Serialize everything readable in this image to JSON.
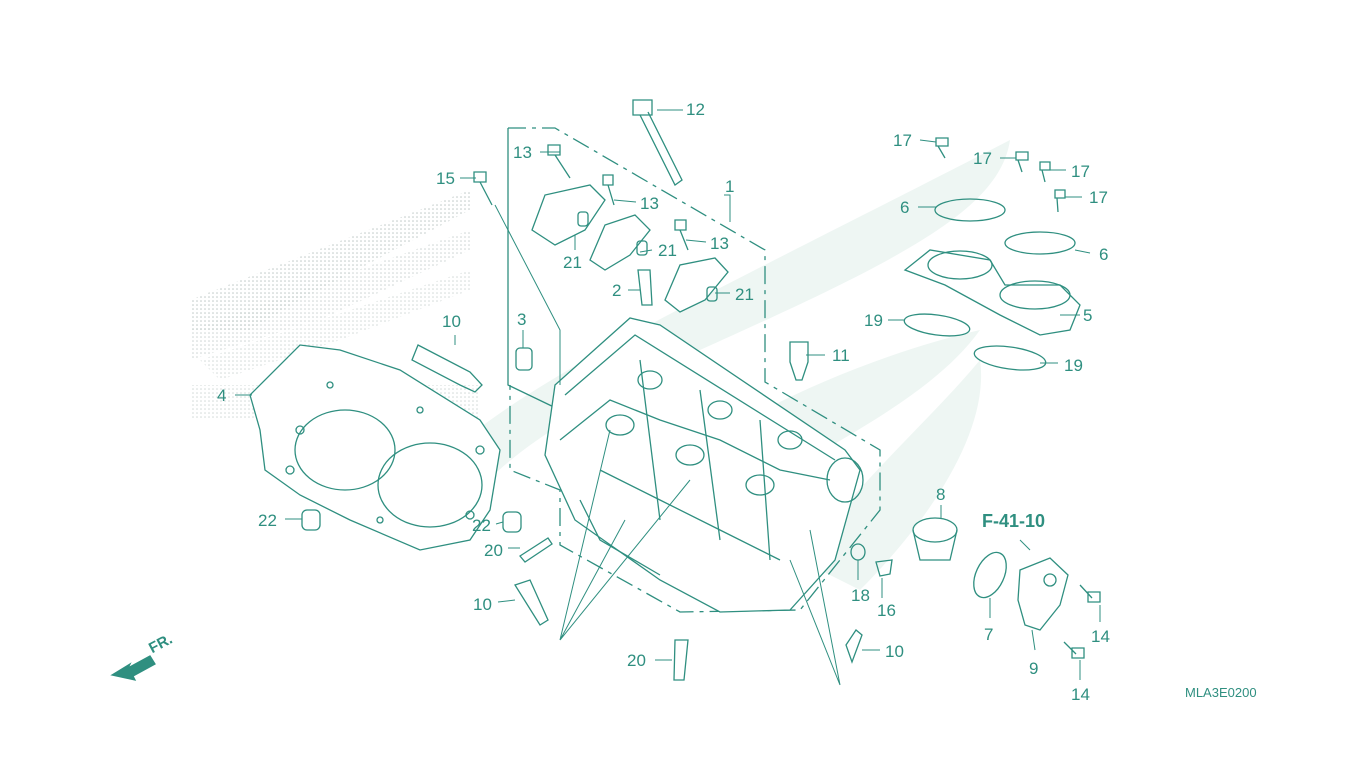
{
  "diagram": {
    "colors": {
      "line": "#2f8f80",
      "watermark": "#e9f3f0",
      "dots": "#bfc9c7"
    },
    "reference": "F-41-10",
    "code": "MLA3E0200",
    "direction": "FR.",
    "callouts": [
      {
        "id": "c1",
        "text": "1"
      },
      {
        "id": "c2",
        "text": "2"
      },
      {
        "id": "c3",
        "text": "3"
      },
      {
        "id": "c4",
        "text": "4"
      },
      {
        "id": "c5",
        "text": "5"
      },
      {
        "id": "c6a",
        "text": "6"
      },
      {
        "id": "c6b",
        "text": "6"
      },
      {
        "id": "c7",
        "text": "7"
      },
      {
        "id": "c8",
        "text": "8"
      },
      {
        "id": "c9",
        "text": "9"
      },
      {
        "id": "c10a",
        "text": "10"
      },
      {
        "id": "c10b",
        "text": "10"
      },
      {
        "id": "c10c",
        "text": "10"
      },
      {
        "id": "c11",
        "text": "11"
      },
      {
        "id": "c12",
        "text": "12"
      },
      {
        "id": "c13a",
        "text": "13"
      },
      {
        "id": "c13b",
        "text": "13"
      },
      {
        "id": "c13c",
        "text": "13"
      },
      {
        "id": "c14a",
        "text": "14"
      },
      {
        "id": "c14b",
        "text": "14"
      },
      {
        "id": "c15",
        "text": "15"
      },
      {
        "id": "c16",
        "text": "16"
      },
      {
        "id": "c17a",
        "text": "17"
      },
      {
        "id": "c17b",
        "text": "17"
      },
      {
        "id": "c17c",
        "text": "17"
      },
      {
        "id": "c17d",
        "text": "17"
      },
      {
        "id": "c18",
        "text": "18"
      },
      {
        "id": "c19a",
        "text": "19"
      },
      {
        "id": "c19b",
        "text": "19"
      },
      {
        "id": "c20a",
        "text": "20"
      },
      {
        "id": "c20b",
        "text": "20"
      },
      {
        "id": "c21a",
        "text": "21"
      },
      {
        "id": "c21b",
        "text": "21"
      },
      {
        "id": "c21c",
        "text": "21"
      },
      {
        "id": "c22a",
        "text": "22"
      },
      {
        "id": "c22b",
        "text": "22"
      }
    ]
  }
}
